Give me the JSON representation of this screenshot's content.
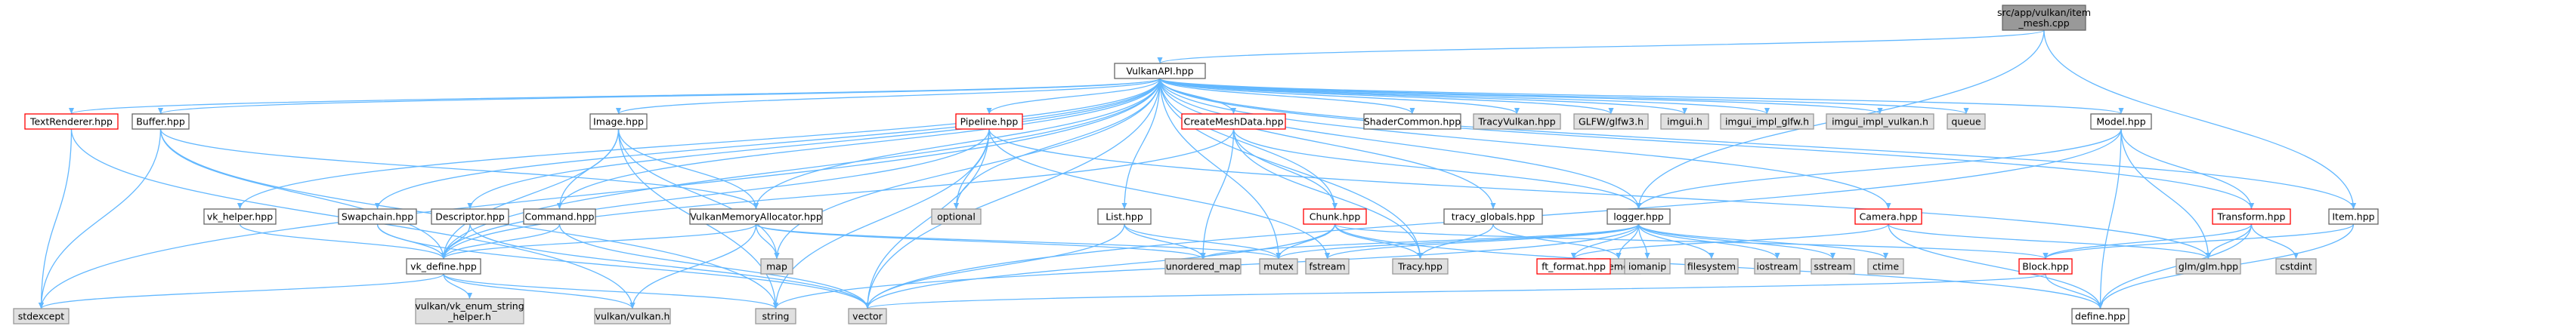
{
  "colors": {
    "edge": "#63B8FF",
    "node_fill": "#FFFFFF",
    "node_border": "#666666",
    "root_fill": "#999999",
    "external_fill": "#E0E0E0",
    "external_border": "#999999",
    "highlight_border": "#FF0000"
  },
  "graph": {
    "nodes": [
      {
        "id": "root",
        "label": [
          "src/app/vulkan/item",
          "_mesh.cpp"
        ],
        "style": "root"
      },
      {
        "id": "vulkanapi",
        "label": [
          "VulkanAPI.hpp"
        ],
        "style": "normal"
      },
      {
        "id": "textrenderer",
        "label": [
          "TextRenderer.hpp"
        ],
        "style": "highlight"
      },
      {
        "id": "buffer",
        "label": [
          "Buffer.hpp"
        ],
        "style": "normal"
      },
      {
        "id": "vkhelper",
        "label": [
          "vk_helper.hpp"
        ],
        "style": "normal"
      },
      {
        "id": "image",
        "label": [
          "Image.hpp"
        ],
        "style": "normal"
      },
      {
        "id": "swapchain",
        "label": [
          "Swapchain.hpp"
        ],
        "style": "normal"
      },
      {
        "id": "descriptor",
        "label": [
          "Descriptor.hpp"
        ],
        "style": "normal"
      },
      {
        "id": "command",
        "label": [
          "Command.hpp"
        ],
        "style": "normal"
      },
      {
        "id": "vma",
        "label": [
          "VulkanMemoryAllocator.hpp"
        ],
        "style": "normal"
      },
      {
        "id": "pipeline",
        "label": [
          "Pipeline.hpp"
        ],
        "style": "highlight"
      },
      {
        "id": "optional",
        "label": [
          "optional"
        ],
        "style": "external"
      },
      {
        "id": "list",
        "label": [
          "List.hpp"
        ],
        "style": "normal"
      },
      {
        "id": "createmesh",
        "label": [
          "CreateMeshData.hpp"
        ],
        "style": "highlight"
      },
      {
        "id": "chunk",
        "label": [
          "Chunk.hpp"
        ],
        "style": "highlight"
      },
      {
        "id": "shadercommon",
        "label": [
          "ShaderCommon.hpp"
        ],
        "style": "normal"
      },
      {
        "id": "tracyvulkan",
        "label": [
          "TracyVulkan.hpp"
        ],
        "style": "external"
      },
      {
        "id": "glfw3",
        "label": [
          "GLFW/glfw3.h"
        ],
        "style": "external"
      },
      {
        "id": "imguih",
        "label": [
          "imgui.h"
        ],
        "style": "external"
      },
      {
        "id": "imguiglfw",
        "label": [
          "imgui_impl_glfw.h"
        ],
        "style": "external"
      },
      {
        "id": "imguivulkan",
        "label": [
          "imgui_impl_vulkan.h"
        ],
        "style": "external"
      },
      {
        "id": "queue",
        "label": [
          "queue"
        ],
        "style": "external"
      },
      {
        "id": "tracyglobals",
        "label": [
          "tracy_globals.hpp"
        ],
        "style": "normal"
      },
      {
        "id": "logger",
        "label": [
          "logger.hpp"
        ],
        "style": "normal"
      },
      {
        "id": "model",
        "label": [
          "Model.hpp"
        ],
        "style": "normal"
      },
      {
        "id": "camera",
        "label": [
          "Camera.hpp"
        ],
        "style": "highlight"
      },
      {
        "id": "transform",
        "label": [
          "Transform.hpp"
        ],
        "style": "highlight"
      },
      {
        "id": "item",
        "label": [
          "Item.hpp"
        ],
        "style": "normal"
      },
      {
        "id": "vkdefine",
        "label": [
          "vk_define.hpp"
        ],
        "style": "normal"
      },
      {
        "id": "map",
        "label": [
          "map"
        ],
        "style": "external"
      },
      {
        "id": "unorderedmap",
        "label": [
          "unordered_map"
        ],
        "style": "external"
      },
      {
        "id": "mutex",
        "label": [
          "mutex"
        ],
        "style": "external"
      },
      {
        "id": "fstream",
        "label": [
          "fstream"
        ],
        "style": "external"
      },
      {
        "id": "tracyhpp",
        "label": [
          "Tracy.hpp"
        ],
        "style": "external"
      },
      {
        "id": "memory",
        "label": [
          "memory"
        ],
        "style": "external"
      },
      {
        "id": "ftformat",
        "label": [
          "ft_format.hpp"
        ],
        "style": "highlight"
      },
      {
        "id": "iomanip",
        "label": [
          "iomanip"
        ],
        "style": "external"
      },
      {
        "id": "filesystem",
        "label": [
          "filesystem"
        ],
        "style": "external"
      },
      {
        "id": "iostream",
        "label": [
          "iostream"
        ],
        "style": "external"
      },
      {
        "id": "sstream",
        "label": [
          "sstream"
        ],
        "style": "external"
      },
      {
        "id": "ctime",
        "label": [
          "ctime"
        ],
        "style": "external"
      },
      {
        "id": "block",
        "label": [
          "Block.hpp"
        ],
        "style": "highlight"
      },
      {
        "id": "glm",
        "label": [
          "glm/glm.hpp"
        ],
        "style": "external"
      },
      {
        "id": "cstdint",
        "label": [
          "cstdint"
        ],
        "style": "external"
      },
      {
        "id": "stdexcept",
        "label": [
          "stdexcept"
        ],
        "style": "external"
      },
      {
        "id": "vkenum",
        "label": [
          "vulkan/vk_enum_string",
          "_helper.h"
        ],
        "style": "external"
      },
      {
        "id": "vulkanh",
        "label": [
          "vulkan/vulkan.h"
        ],
        "style": "external"
      },
      {
        "id": "string",
        "label": [
          "string"
        ],
        "style": "external"
      },
      {
        "id": "vector",
        "label": [
          "vector"
        ],
        "style": "external"
      },
      {
        "id": "define",
        "label": [
          "define.hpp"
        ],
        "style": "normal"
      }
    ],
    "edges": [
      [
        "root",
        "vulkanapi"
      ],
      [
        "root",
        "logger"
      ],
      [
        "root",
        "item"
      ],
      [
        "vulkanapi",
        "textrenderer"
      ],
      [
        "vulkanapi",
        "buffer"
      ],
      [
        "vulkanapi",
        "vkhelper"
      ],
      [
        "vulkanapi",
        "image"
      ],
      [
        "vulkanapi",
        "swapchain"
      ],
      [
        "vulkanapi",
        "descriptor"
      ],
      [
        "vulkanapi",
        "command"
      ],
      [
        "vulkanapi",
        "vma"
      ],
      [
        "vulkanapi",
        "pipeline"
      ],
      [
        "vulkanapi",
        "optional"
      ],
      [
        "vulkanapi",
        "list"
      ],
      [
        "vulkanapi",
        "createmesh"
      ],
      [
        "vulkanapi",
        "chunk"
      ],
      [
        "vulkanapi",
        "shadercommon"
      ],
      [
        "vulkanapi",
        "tracyvulkan"
      ],
      [
        "vulkanapi",
        "glfw3"
      ],
      [
        "vulkanapi",
        "imguih"
      ],
      [
        "vulkanapi",
        "imguiglfw"
      ],
      [
        "vulkanapi",
        "imguivulkan"
      ],
      [
        "vulkanapi",
        "queue"
      ],
      [
        "vulkanapi",
        "tracyglobals"
      ],
      [
        "vulkanapi",
        "logger"
      ],
      [
        "vulkanapi",
        "model"
      ],
      [
        "vulkanapi",
        "camera"
      ],
      [
        "vulkanapi",
        "transform"
      ],
      [
        "vulkanapi",
        "item"
      ],
      [
        "vulkanapi",
        "vkdefine"
      ],
      [
        "vulkanapi",
        "map"
      ],
      [
        "vulkanapi",
        "mutex"
      ],
      [
        "vulkanapi",
        "tracyhpp"
      ],
      [
        "vulkanapi",
        "stdexcept"
      ],
      [
        "vulkanapi",
        "vector"
      ],
      [
        "textrenderer",
        "stdexcept"
      ],
      [
        "textrenderer",
        "vulkanh"
      ],
      [
        "buffer",
        "vkdefine"
      ],
      [
        "buffer",
        "vma"
      ],
      [
        "buffer",
        "stdexcept"
      ],
      [
        "buffer",
        "string"
      ],
      [
        "vkhelper",
        "vkdefine"
      ],
      [
        "image",
        "vkdefine"
      ],
      [
        "image",
        "vma"
      ],
      [
        "image",
        "command"
      ],
      [
        "image",
        "string"
      ],
      [
        "image",
        "map"
      ],
      [
        "swapchain",
        "vkdefine"
      ],
      [
        "swapchain",
        "vector"
      ],
      [
        "descriptor",
        "vkdefine"
      ],
      [
        "descriptor",
        "vector"
      ],
      [
        "command",
        "vkdefine"
      ],
      [
        "command",
        "vector"
      ],
      [
        "vma",
        "vkdefine"
      ],
      [
        "vma",
        "vulkanh"
      ],
      [
        "vma",
        "map"
      ],
      [
        "vma",
        "mutex"
      ],
      [
        "vma",
        "unorderedmap"
      ],
      [
        "pipeline",
        "optional"
      ],
      [
        "pipeline",
        "vkdefine"
      ],
      [
        "pipeline",
        "string"
      ],
      [
        "pipeline",
        "vector"
      ],
      [
        "pipeline",
        "fstream"
      ],
      [
        "pipeline",
        "glm"
      ],
      [
        "list",
        "unorderedmap"
      ],
      [
        "list",
        "mutex"
      ],
      [
        "list",
        "vector"
      ],
      [
        "createmesh",
        "chunk"
      ],
      [
        "createmesh",
        "unorderedmap"
      ],
      [
        "createmesh",
        "tracyhpp"
      ],
      [
        "createmesh",
        "logger"
      ],
      [
        "createmesh",
        "vkdefine"
      ],
      [
        "chunk",
        "block"
      ],
      [
        "chunk",
        "define"
      ],
      [
        "chunk",
        "mutex"
      ],
      [
        "chunk",
        "vector"
      ],
      [
        "chunk",
        "tracyhpp"
      ],
      [
        "tracyglobals",
        "tracyhpp"
      ],
      [
        "tracyglobals",
        "memory"
      ],
      [
        "logger",
        "ftformat"
      ],
      [
        "logger",
        "iomanip"
      ],
      [
        "logger",
        "filesystem"
      ],
      [
        "logger",
        "iostream"
      ],
      [
        "logger",
        "sstream"
      ],
      [
        "logger",
        "ctime"
      ],
      [
        "logger",
        "mutex"
      ],
      [
        "logger",
        "memory"
      ],
      [
        "logger",
        "string"
      ],
      [
        "logger",
        "fstream"
      ],
      [
        "logger",
        "unorderedmap"
      ],
      [
        "model",
        "define"
      ],
      [
        "model",
        "glm"
      ],
      [
        "model",
        "vector"
      ],
      [
        "model",
        "logger"
      ],
      [
        "model",
        "transform"
      ],
      [
        "camera",
        "glm"
      ],
      [
        "camera",
        "define"
      ],
      [
        "camera",
        "ftformat"
      ],
      [
        "transform",
        "glm"
      ],
      [
        "transform",
        "cstdint"
      ],
      [
        "transform",
        "define"
      ],
      [
        "transform",
        "block"
      ],
      [
        "item",
        "block"
      ],
      [
        "item",
        "define"
      ],
      [
        "block",
        "define"
      ],
      [
        "block",
        "vector"
      ],
      [
        "vkdefine",
        "stdexcept"
      ],
      [
        "vkdefine",
        "vkenum"
      ],
      [
        "vkdefine",
        "vulkanh"
      ],
      [
        "vkdefine",
        "string"
      ]
    ]
  }
}
